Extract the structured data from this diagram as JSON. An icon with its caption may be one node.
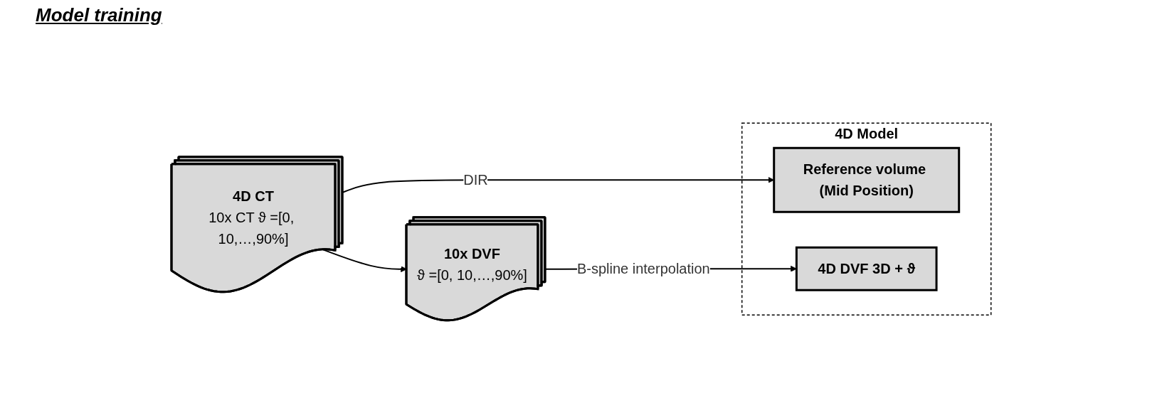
{
  "diagram": {
    "title": "Model training",
    "nodes": [
      {
        "text": [
          "4D CT",
          "10x CT ϑ =[0, 10,…,90%]"
        ]
      },
      {
        "text": [
          "4D Model"
        ]
      },
      {
        "text": [
          "Reference volume (Mid Position)"
        ],
        "in": 1
      },
      {
        "text": [
          "4D DVF 3D + ϑ"
        ],
        "in": 1
      },
      {
        "text": [
          "10x DVF",
          "ϑ =[0, 10,…,90%]"
        ]
      }
    ],
    "edges": [
      {
        "from": 0,
        "to": 2,
        "arrow": "to",
        "label": "DIR"
      },
      {
        "from": 0,
        "to": 4,
        "arrow": "to"
      },
      {
        "from": 4,
        "to": 3,
        "arrow": "to",
        "label": "B-spline interpolation"
      }
    ]
  }
}
